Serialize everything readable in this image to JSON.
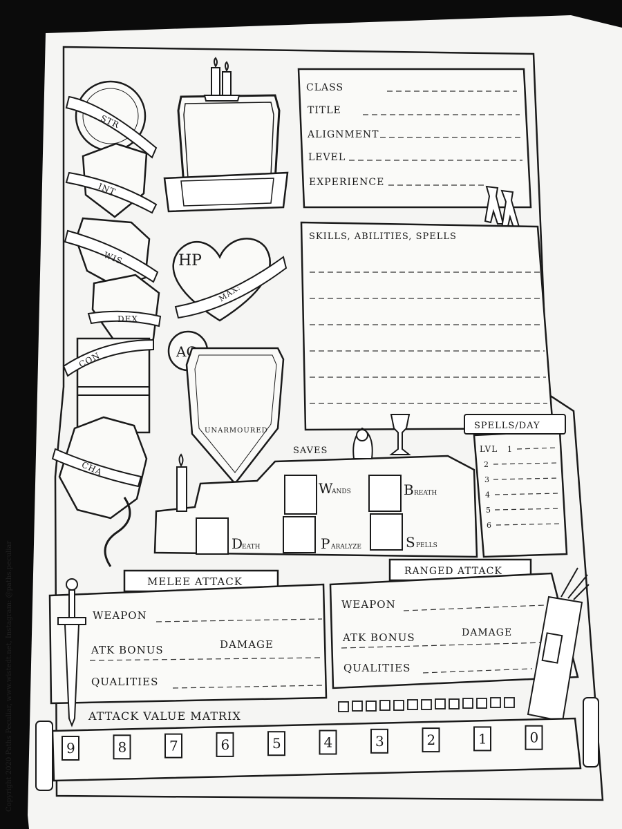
{
  "character": {
    "fields": [
      "CLASS",
      "TITLE",
      "ALIGNMENT",
      "LEVEL",
      "EXPERIENCE"
    ]
  },
  "abilities": [
    "STR",
    "INT",
    "WIS",
    "DEX",
    "CON",
    "CHA"
  ],
  "hp": {
    "label": "HP",
    "max_label": "MAX:"
  },
  "ac": {
    "label": "AC",
    "unarmoured_label": "UNARMOURED"
  },
  "skills": {
    "title": "SKILLS, ABILITIES, SPELLS"
  },
  "saves": {
    "title": "SAVES",
    "items": [
      {
        "initial": "W",
        "rest": "ANDS"
      },
      {
        "initial": "B",
        "rest": "REATH"
      },
      {
        "initial": "D",
        "rest": "EATH"
      },
      {
        "initial": "P",
        "rest": "ARALYZE"
      },
      {
        "initial": "S",
        "rest": "PELLS"
      }
    ]
  },
  "spells_per_day": {
    "title": "SPELLS/DAY",
    "lvl_label": "LVL",
    "levels": [
      "1",
      "2",
      "3",
      "4",
      "5",
      "6"
    ]
  },
  "melee": {
    "title": "MELEE ATTACK",
    "weapon": "WEAPON",
    "atk_bonus": "ATK BONUS",
    "damage": "DAMAGE",
    "qualities": "QUALITIES"
  },
  "ranged": {
    "title": "RANGED ATTACK",
    "weapon": "WEAPON",
    "atk_bonus": "ATK BONUS",
    "damage": "DAMAGE",
    "qualities": "QUALITIES"
  },
  "matrix": {
    "title": "ATTACK VALUE MATRIX",
    "values": [
      "9",
      "8",
      "7",
      "6",
      "5",
      "4",
      "3",
      "2",
      "1",
      "0"
    ]
  },
  "copyright": "Copyright 2020 Paths Peculiar, www.wistedt.net, Instagram: @paths.peculiar"
}
